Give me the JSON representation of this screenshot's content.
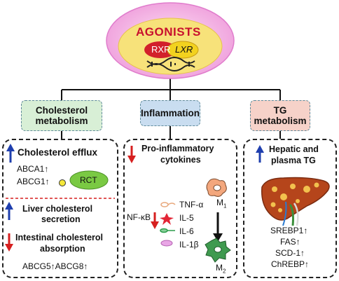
{
  "top": {
    "title": "AGONISTS",
    "rxr": "RXR",
    "lxr": "LXR"
  },
  "categories": {
    "cholesterol": {
      "line1": "Cholesterol",
      "line2": "metabolism"
    },
    "inflammation": {
      "label": "Inflammation"
    },
    "tg": {
      "line1": "TG",
      "line2": "metabolism"
    }
  },
  "cholesterol_panel": {
    "efflux_title": "Cholesterol efflux",
    "abca1": "ABCA1↑",
    "abcg1": "ABCG1↑",
    "rct": "RCT",
    "liver_line1": "Liver cholesterol",
    "liver_line2": "secretion",
    "intestinal_line1": "Intestinal cholesterol",
    "intestinal_line2": "absorption",
    "abcg5_abcg8": "ABCG5↑ABCG8↑"
  },
  "inflammation_panel": {
    "title_line1": "Pro-inflammatory",
    "title_line2": "cytokines",
    "nfkb": "NF-κB",
    "cytokines": [
      "TNF-α",
      "IL-5",
      "IL-6",
      "IL-1β"
    ],
    "m1": "M",
    "m1_sub": "1",
    "m2": "M",
    "m2_sub": "2"
  },
  "tg_panel": {
    "title_line1": "Hepatic and",
    "title_line2": "plasma TG",
    "genes": [
      "SREBP1↑",
      "FAS↑",
      "SCD-1↑",
      "ChREBP↑"
    ]
  },
  "colors": {
    "up_arrow": "#1f3fae",
    "down_arrow": "#d61f1f",
    "agonists_title": "#c8102e",
    "ellipse_outer": "#f3b6e3",
    "ellipse_inner": "#f7e27a",
    "cholesterol_box": "#d8efd6",
    "inflammation_box": "#c9ddf0",
    "tg_box": "#f6d2c9",
    "rct_fill": "#7ac943"
  }
}
